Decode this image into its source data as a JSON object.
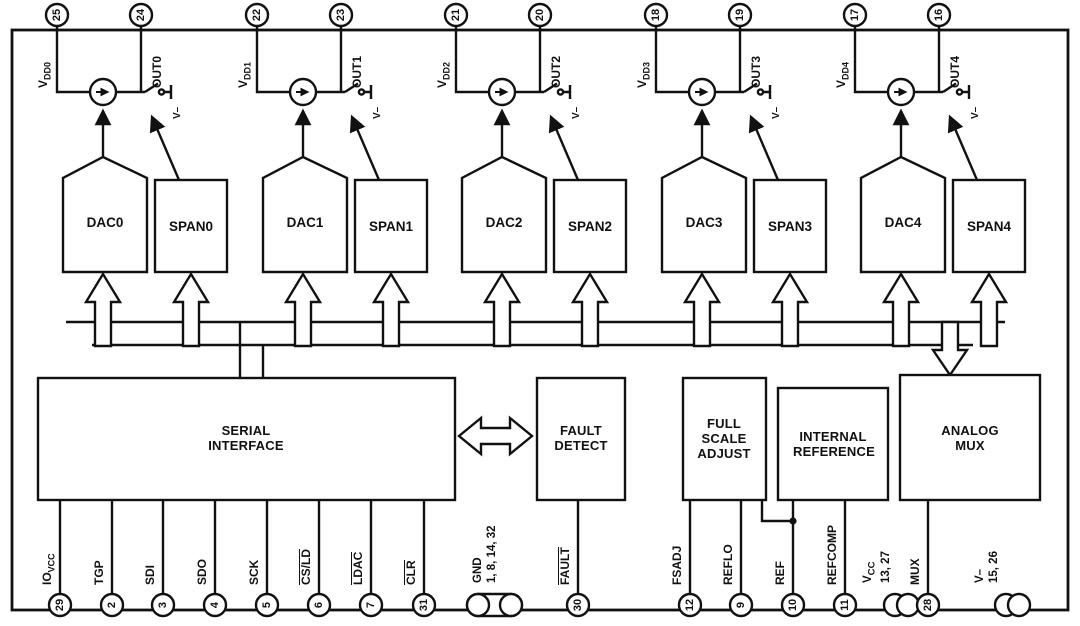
{
  "diagram": {
    "kind": "ic-functional-block-diagram",
    "line_color": "#111111",
    "background": "#ffffff"
  },
  "channels": [
    {
      "vdd_base": "V",
      "vdd_sub": "DD0",
      "vdd_pin": "25",
      "out": "OUT0",
      "out_pin": "24",
      "dac": "DAC0",
      "span": "SPAN0",
      "vminus": "V–"
    },
    {
      "vdd_base": "V",
      "vdd_sub": "DD1",
      "vdd_pin": "22",
      "out": "OUT1",
      "out_pin": "23",
      "dac": "DAC1",
      "span": "SPAN1",
      "vminus": "V–"
    },
    {
      "vdd_base": "V",
      "vdd_sub": "DD2",
      "vdd_pin": "21",
      "out": "OUT2",
      "out_pin": "20",
      "dac": "DAC2",
      "span": "SPAN2",
      "vminus": "V–"
    },
    {
      "vdd_base": "V",
      "vdd_sub": "DD3",
      "vdd_pin": "18",
      "out": "OUT3",
      "out_pin": "19",
      "dac": "DAC3",
      "span": "SPAN3",
      "vminus": "V–"
    },
    {
      "vdd_base": "V",
      "vdd_sub": "DD4",
      "vdd_pin": "17",
      "out": "OUT4",
      "out_pin": "16",
      "dac": "DAC4",
      "span": "SPAN4",
      "vminus": "V–"
    }
  ],
  "blocks": {
    "serial_interface": "SERIAL INTERFACE",
    "fault_detect": "FAULT DETECT",
    "full_scale_adjust": "FULL SCALE ADJUST",
    "internal_reference": "INTERNAL REFERENCE",
    "analog_mux": "ANALOG MUX"
  },
  "bottom_pins": [
    {
      "base": "IO",
      "sub": "VCC",
      "pin": "29"
    },
    {
      "label": "TGP",
      "pin": "2"
    },
    {
      "label": "SDI",
      "pin": "3"
    },
    {
      "label": "SDO",
      "pin": "4"
    },
    {
      "label": "SCK",
      "pin": "5"
    },
    {
      "label": "CS/LD",
      "pin": "6",
      "overline": true
    },
    {
      "label": "LDAC",
      "pin": "7",
      "overline": true
    },
    {
      "label": "CLR",
      "pin": "31",
      "overline": true
    },
    {
      "label": "GND",
      "pins": "1, 8, 14, 32"
    },
    {
      "label": "FAULT",
      "pin": "30",
      "overline": true
    },
    {
      "label": "FSADJ",
      "pin": "12"
    },
    {
      "label": "REFLO",
      "pin": "9"
    },
    {
      "label": "REF",
      "pin": "10"
    },
    {
      "label": "REFCOMP",
      "pin": "11"
    },
    {
      "base": "V",
      "sub": "CC",
      "pins": "13, 27"
    },
    {
      "label": "MUX",
      "pin": "28"
    },
    {
      "label": "V–",
      "pins": "15, 26"
    }
  ]
}
